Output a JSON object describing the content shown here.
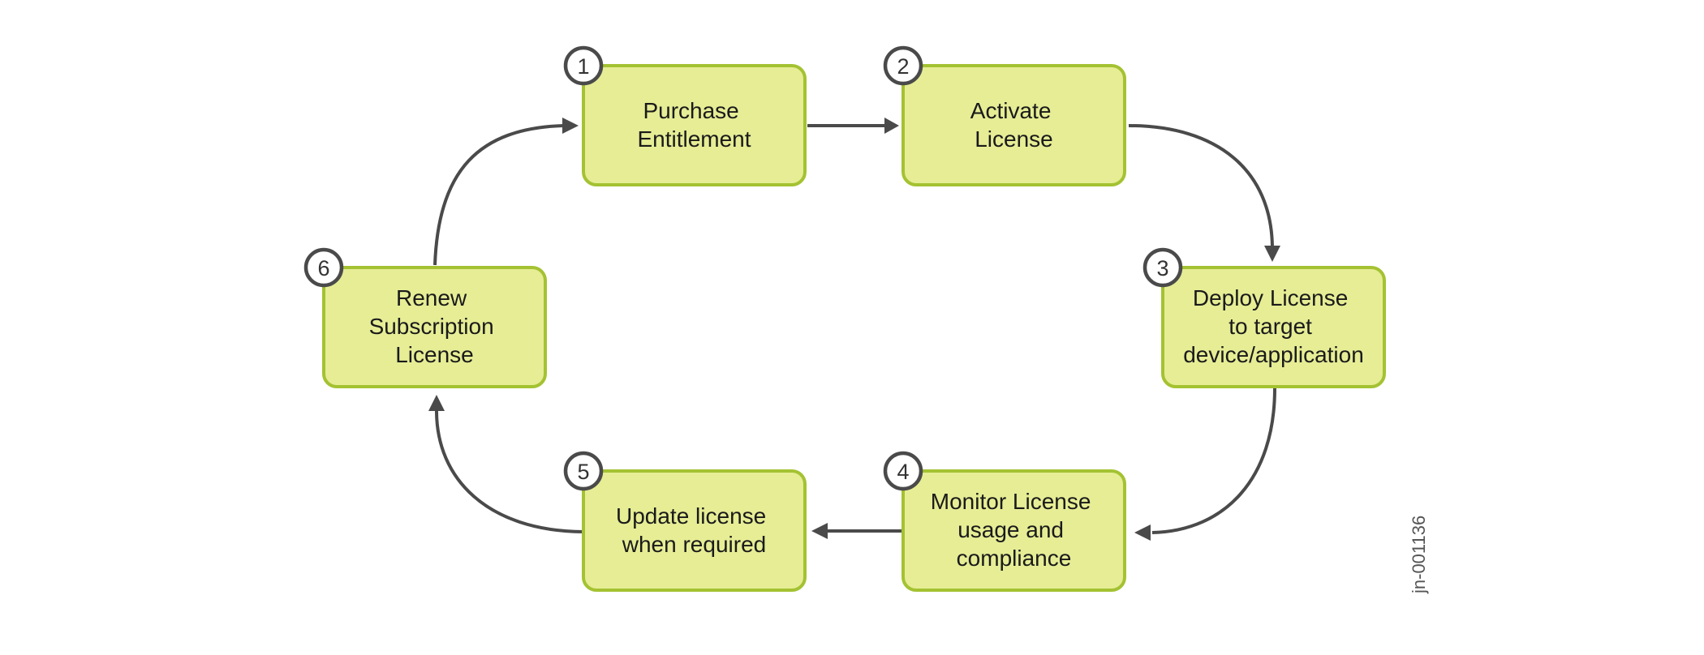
{
  "steps": [
    {
      "number": "1",
      "lines": [
        "Purchase",
        "Entitlement"
      ]
    },
    {
      "number": "2",
      "lines": [
        "Activate",
        "License"
      ]
    },
    {
      "number": "3",
      "lines": [
        "Deploy License",
        "to target",
        "device/application"
      ]
    },
    {
      "number": "4",
      "lines": [
        "Monitor License",
        "usage and",
        "compliance"
      ]
    },
    {
      "number": "5",
      "lines": [
        "Update license",
        "when required"
      ]
    },
    {
      "number": "6",
      "lines": [
        "Renew",
        "Subscription",
        "License"
      ]
    }
  ],
  "figure_id": "jn-001136",
  "colors": {
    "box_fill": "#e6ed95",
    "box_border": "#a4c232",
    "connector": "#4a4a4a"
  }
}
